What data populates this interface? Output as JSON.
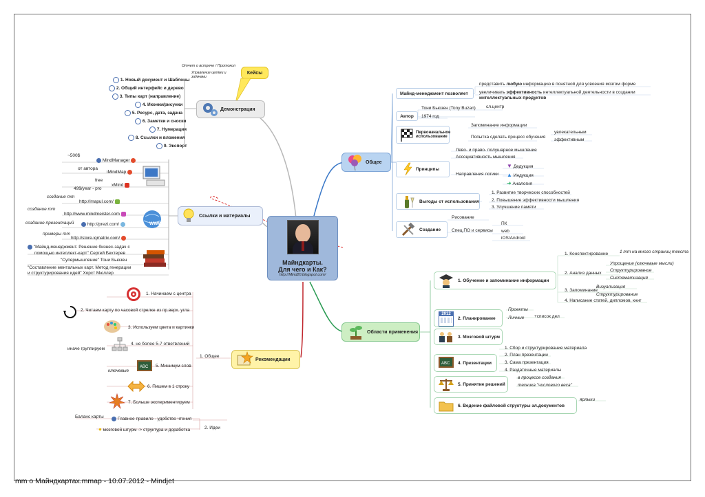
{
  "center": {
    "title": "Майндкарты.\nДля чего и Как?",
    "title_l1": "Майндкарты.",
    "title_l2": "Для чего и Как?",
    "url": "http://Mind20.blogspot.com/"
  },
  "callout": {
    "label": "Кейсы",
    "note1": "Отчет о встрече / Протокол",
    "note2": "Управление целями и задачами"
  },
  "demo": {
    "label": "Демонстрация",
    "items": [
      "1. Новый документ и Шаблоны",
      "2. Общий интерфейс и дерево",
      "3. Типы карт (направление)",
      "4. Иконки/рисунки",
      "5. Ресурс, дата, задача",
      "6. Заметки и сноски",
      "7. Нумерация",
      "8. Ссылки и вложения",
      "9. Экспорт"
    ]
  },
  "links": {
    "label": "Ссылки и материалы",
    "tools": [
      {
        "left": "~500$",
        "right": "MindManager"
      },
      {
        "left": "от автора",
        "right": "iMindMap"
      },
      {
        "left": "free",
        "right": ""
      },
      {
        "left": "49$/year - pro",
        "right": "xMind"
      }
    ],
    "sites": [
      {
        "left": "",
        "right": "http://mapul.com/"
      },
      {
        "left": "создание mm",
        "right": "http://www.mindmeister.com"
      },
      {
        "left": "создание презентаций",
        "right": "http://prezi.com/"
      },
      {
        "left": "примеры mm",
        "right": "http://store.iqmatrix.com/"
      }
    ],
    "site_note": "создание mm",
    "books": [
      "\"Майнд-менеджмент. Решение бизнес-задач с помощью интеллект-карт\" Сергей Бехтерев",
      "\"Супермышление\" Тони Бьюзен",
      "\"Составление ментальных карт. Метод генерации и структурирования идей\" Хорст Мюллер"
    ],
    "book1_l1": "\"Майнд-менеджмент. Решение бизнес-задач с",
    "book1_l2": "помощью интеллект-карт\" Сергей Бехтерев",
    "book3_l1": "\"Составление ментальных карт. Метод генерации",
    "book3_l2": "и структурирования идей\" Хорст Мюллер"
  },
  "rec": {
    "label": "Рекомендации",
    "group1": "1. Общее",
    "group2": "2. Идеи",
    "items": [
      "1. Начинаем с центра",
      "2. Читаем карту по часовой стрелке из пр.верх. угла",
      "3. Используем цвета и картинки",
      "4. не более 5-7 ответвлений",
      "5. Минимум слов",
      "6. Пишем в 1 строку",
      "7. Больше экспериментируем"
    ],
    "note_group": "иначе группируем",
    "note_key": "ключевые",
    "ideas": [
      "Главное правило - удобство чтения",
      "мозговой штурм -> структура и доработка"
    ],
    "idea_note": "Баланс карты"
  },
  "general": {
    "label": "Общее",
    "mm": {
      "label": "Майнд-менеджмент позволяет",
      "a1": "представить",
      "a2": "любую",
      "a3": "информацию в понятной для усвоения мозгом форме",
      "b1": "увеличивать",
      "b2": "эффективность",
      "b3": "интеллектуальной деятельности в создании",
      "b4": "интеллектуальных продуктов"
    },
    "author": {
      "label": "Автор",
      "name": "Тони Бьюзен (Tony Buzan)",
      "place": "сл.центр",
      "year": "1974 год"
    },
    "initial": {
      "label1": "Первоначальное",
      "label2": "использование",
      "items": [
        "Запоминание информации",
        "Попытка сделать процесс обучения"
      ],
      "sub": [
        "увлекательным",
        "эффективным"
      ]
    },
    "principles": {
      "label": "Принципы",
      "items": [
        "Лево- и право- полушарное мышление",
        "Ассоциативность мышления",
        "Направления логики"
      ],
      "logic": [
        "Дедукция",
        "Индукция",
        "Аналогия"
      ]
    },
    "benefits": {
      "label": "Выгоды от использования",
      "items": [
        "1. Развитие творческих способностей",
        "2. Повышение эффективности мышления",
        "3. Улучшение памяти"
      ]
    },
    "create": {
      "label": "Создание",
      "items": [
        "Рисование",
        "Спец.ПО и сервисы"
      ],
      "platforms": [
        "ПК",
        "web",
        "iOS/Android"
      ]
    }
  },
  "apps": {
    "label": "Области применения",
    "study": {
      "label": "1. Обучение и запоминание информации",
      "items": [
        "1. Конспектирование",
        "2. Анализ данных",
        "3. Запоминание",
        "4. Написание статей, дипломов, книг"
      ],
      "note1": "1 mm на много страниц текста",
      "analysis": [
        "Упрощение (ключевые мысли)",
        "Структурирование",
        "Систематизация"
      ],
      "memo": [
        "Визуализация",
        "Структурирование"
      ]
    },
    "plan": {
      "label": "2. Планирование",
      "items": [
        "Проекты",
        "Личные"
      ],
      "note": "+список дел",
      "cal": "2012"
    },
    "brain": {
      "label": "3. Мозговой штурм"
    },
    "present": {
      "label": "4. Презентации",
      "items": [
        "1. Сбор и структурирование материала",
        "2. План презентации",
        "3. Сама презентация",
        "4. Раздаточные материалы"
      ]
    },
    "decide": {
      "label": "5. Принятие решений",
      "items": [
        "в процессе создания",
        "техника \"числового веса\""
      ]
    },
    "files": {
      "label": "6. Ведение файловой структуры эл.документов",
      "note": "ярлыки"
    }
  },
  "footer": "mm о Майндкартах.mmap - 10.07.2012 - Mindjet",
  "colors": {
    "center": "#9fb8db",
    "general": "#b9d4f1",
    "apps": "#cdeec3",
    "rec": "#fff3a8",
    "demo": "#ececec",
    "links": "#eaf0fb",
    "callout": "#ffe85c",
    "branch_blue": "#3a78c8",
    "branch_green": "#2e9d56",
    "branch_red": "#c0272d",
    "branch_gray": "#8a8a8a"
  }
}
